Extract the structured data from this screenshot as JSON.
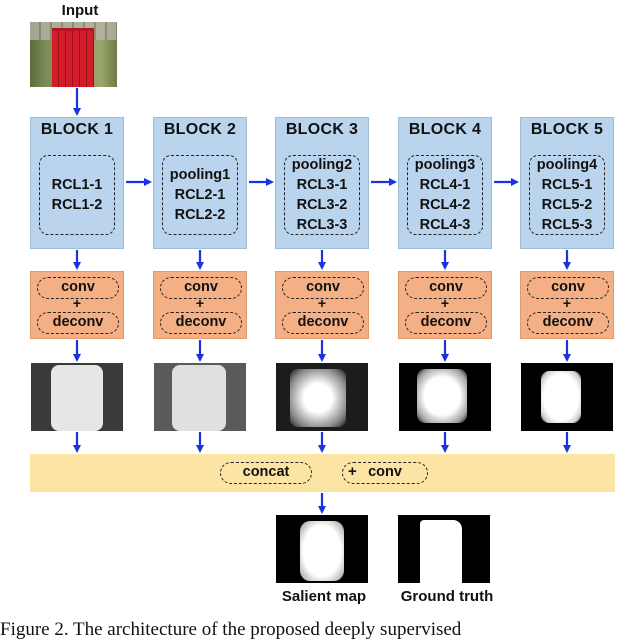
{
  "input": {
    "label": "Input"
  },
  "blocks": [
    {
      "title": "BLOCK 1",
      "layers": [
        "RCL1-1",
        "RCL1-2"
      ]
    },
    {
      "title": "BLOCK 2",
      "layers": [
        "pooling1",
        "RCL2-1",
        "RCL2-2"
      ]
    },
    {
      "title": "BLOCK 3",
      "layers": [
        "pooling2",
        "RCL3-1",
        "RCL3-2",
        "RCL3-3"
      ]
    },
    {
      "title": "BLOCK 4",
      "layers": [
        "pooling3",
        "RCL4-1",
        "RCL4-2",
        "RCL4-3"
      ]
    },
    {
      "title": "BLOCK 5",
      "layers": [
        "pooling4",
        "RCL5-1",
        "RCL5-2",
        "RCL5-3"
      ]
    }
  ],
  "side_output": {
    "conv": "conv",
    "plus": "+",
    "deconv": "deconv"
  },
  "fusion": {
    "concat": "concat",
    "plus": "+",
    "conv": "conv"
  },
  "outputs": {
    "salient_map": "Salient map",
    "ground_truth": "Ground truth"
  },
  "caption": "Figure 2. The architecture of the proposed deeply supervised",
  "colors": {
    "block_fill": "#b9d4ec",
    "conv_fill": "#f4b084",
    "fusion_fill": "#fce5a4",
    "arrow": "#1a33e0"
  }
}
